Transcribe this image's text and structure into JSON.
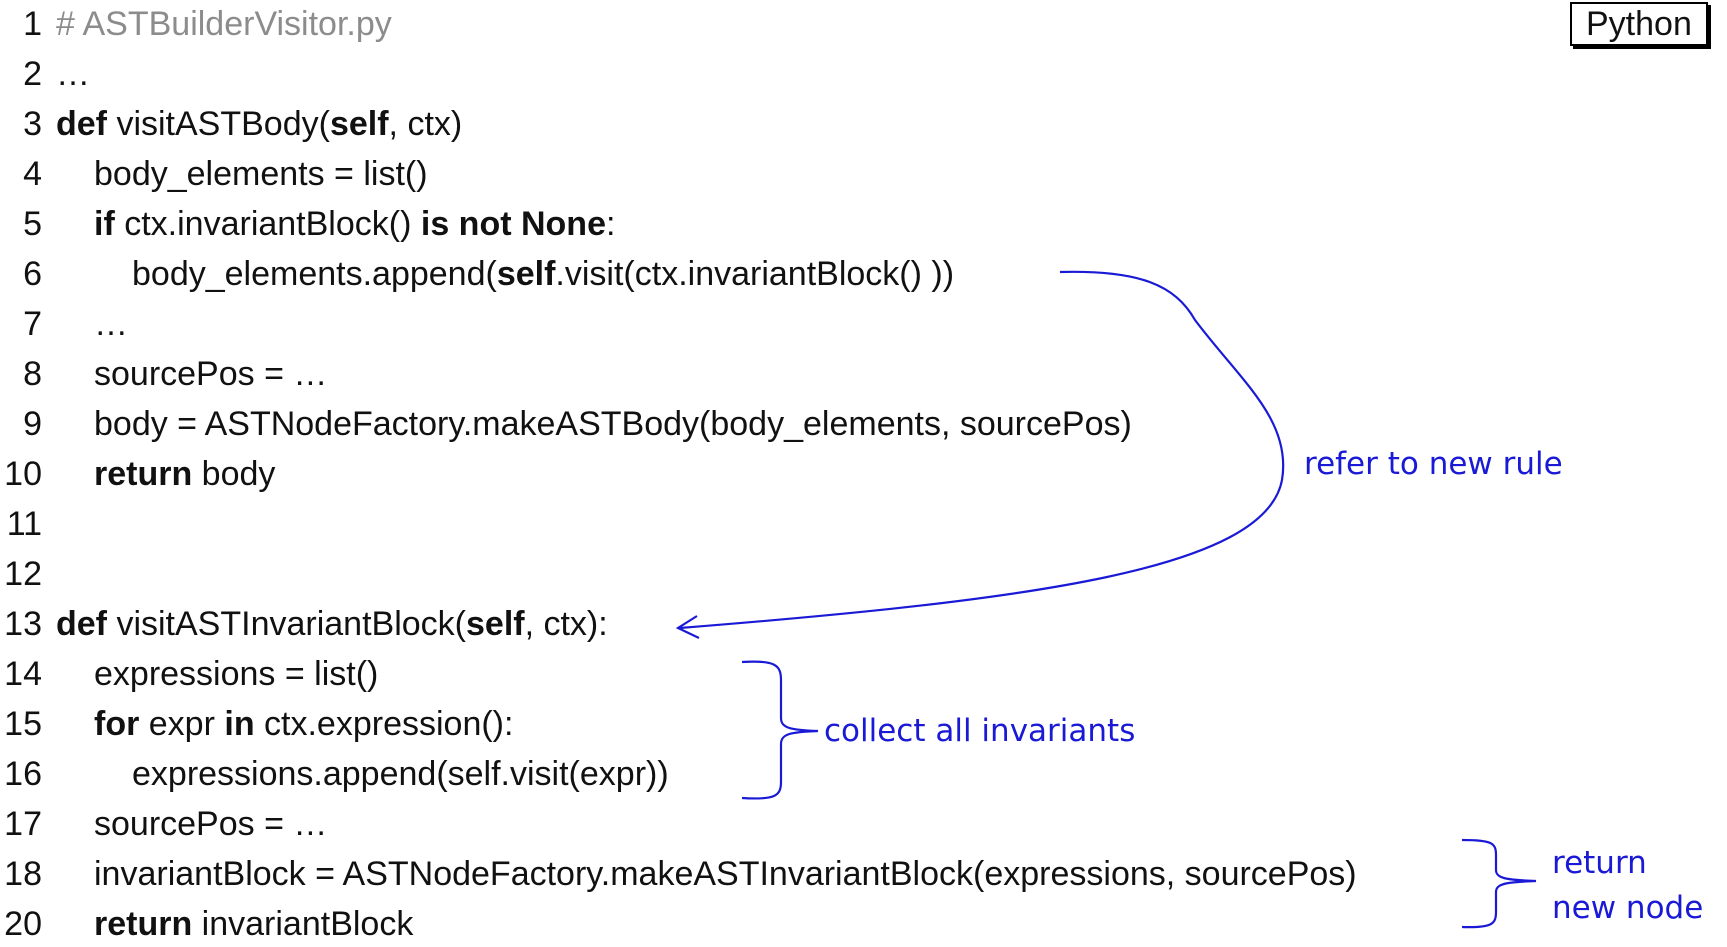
{
  "language_badge": "Python",
  "lines": [
    {
      "num": "1",
      "indent": 0,
      "parts": [
        {
          "t": "# ASTBuilderVisitor.py",
          "s": "comment"
        }
      ]
    },
    {
      "num": "2",
      "indent": 0,
      "parts": [
        {
          "t": "…"
        }
      ]
    },
    {
      "num": "3",
      "indent": 0,
      "parts": [
        {
          "t": "def",
          "s": "kw"
        },
        {
          "t": " visitASTBody("
        },
        {
          "t": "self",
          "s": "kw"
        },
        {
          "t": ", ctx)"
        }
      ]
    },
    {
      "num": "4",
      "indent": 1,
      "parts": [
        {
          "t": "body_elements = list()"
        }
      ]
    },
    {
      "num": "5",
      "indent": 1,
      "parts": [
        {
          "t": "if",
          "s": "kw"
        },
        {
          "t": " ctx.invariantBlock() "
        },
        {
          "t": "is not None",
          "s": "kw"
        },
        {
          "t": ":"
        }
      ]
    },
    {
      "num": "6",
      "indent": 2,
      "parts": [
        {
          "t": "body_elements.append("
        },
        {
          "t": "self",
          "s": "kw"
        },
        {
          "t": ".visit(ctx.invariantBlock() ))"
        }
      ]
    },
    {
      "num": "7",
      "indent": 1,
      "parts": [
        {
          "t": "…"
        }
      ]
    },
    {
      "num": "8",
      "indent": 1,
      "parts": [
        {
          "t": "sourcePos = …"
        }
      ]
    },
    {
      "num": "9",
      "indent": 1,
      "parts": [
        {
          "t": "body = ASTNodeFactory.makeASTBody(body_elements, sourcePos)"
        }
      ]
    },
    {
      "num": "10",
      "indent": 1,
      "parts": [
        {
          "t": "return",
          "s": "kw"
        },
        {
          "t": " body"
        }
      ]
    },
    {
      "num": "11",
      "indent": 0,
      "parts": []
    },
    {
      "num": "12",
      "indent": 0,
      "parts": []
    },
    {
      "num": "13",
      "indent": 0,
      "parts": [
        {
          "t": "def",
          "s": "kw"
        },
        {
          "t": " visitASTInvariantBlock("
        },
        {
          "t": "self",
          "s": "kw"
        },
        {
          "t": ", ctx):"
        }
      ]
    },
    {
      "num": "14",
      "indent": 1,
      "parts": [
        {
          "t": "expressions = list()"
        }
      ]
    },
    {
      "num": "15",
      "indent": 1,
      "parts": [
        {
          "t": "for",
          "s": "kw"
        },
        {
          "t": " expr "
        },
        {
          "t": "in",
          "s": "kw"
        },
        {
          "t": " ctx.expression():"
        }
      ]
    },
    {
      "num": "16",
      "indent": 2,
      "parts": [
        {
          "t": "expressions.append(self.visit(expr))"
        }
      ]
    },
    {
      "num": "17",
      "indent": 1,
      "parts": [
        {
          "t": "sourcePos = …"
        }
      ]
    },
    {
      "num": "18",
      "indent": 1,
      "parts": [
        {
          "t": "invariantBlock = ASTNodeFactory.makeASTInvariantBlock(expressions, sourcePos)"
        }
      ]
    },
    {
      "num": "20",
      "indent": 1,
      "parts": [
        {
          "t": "return",
          "s": "kw"
        },
        {
          "t": " invariantBlock"
        }
      ]
    }
  ],
  "annotations": {
    "refer": "refer to new rule",
    "collect": "collect all invariants",
    "return_line1": "return",
    "return_line2": "new node"
  },
  "colors": {
    "annotation": "#1a1ad6",
    "comment": "#8c8c8c",
    "text": "#111111"
  }
}
